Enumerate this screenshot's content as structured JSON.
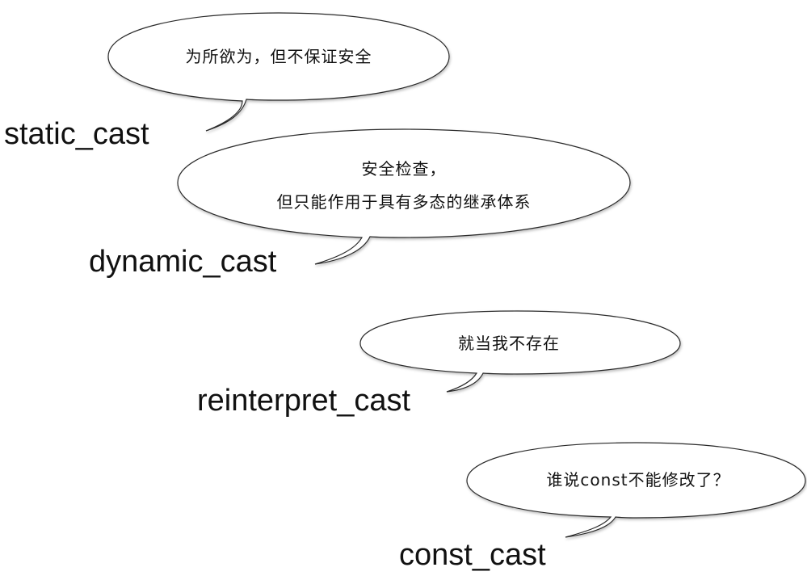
{
  "casts": [
    {
      "label": "static_cast",
      "bubble_lines": [
        "为所欲为，但不保证安全"
      ]
    },
    {
      "label": "dynamic_cast",
      "bubble_lines": [
        "安全检查，",
        "但只能作用于具有多态的继承体系"
      ]
    },
    {
      "label": "reinterpret_cast",
      "bubble_lines": [
        "就当我不存在"
      ]
    },
    {
      "label": "const_cast",
      "bubble_lines": [
        "谁说const不能修改了？"
      ]
    }
  ]
}
